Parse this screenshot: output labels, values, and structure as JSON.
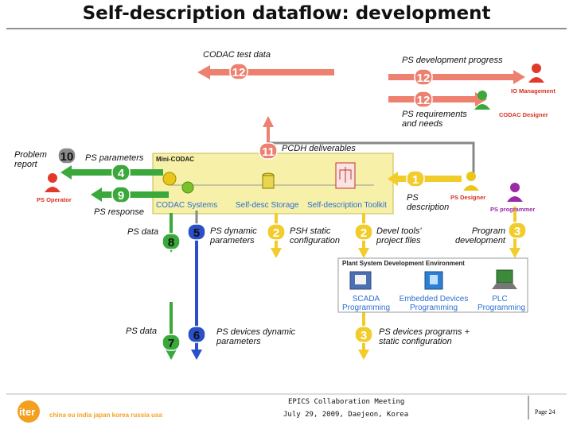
{
  "title": "Self-description dataflow: development",
  "labels": {
    "codac_test_data": "CODAC test data",
    "ps_dev_progress": "PS development progress",
    "ps_requirements": "PS requirements\nand needs",
    "pcdh_deliverables": "PCDH deliverables",
    "problem_report": "Problem\nreport",
    "ps_parameters": "PS parameters",
    "ps_response": "PS response",
    "ps_description": "PS\ndescription",
    "ps_data_1": "PS data",
    "ps_data_2": "PS data",
    "ps_dynamic_params": "PS dynamic\nparameters",
    "psh_static_config": "PSH static\nconfiguration",
    "devel_tools": "Devel tools'\nproject files",
    "program_development": "Program\ndevelopment",
    "ps_devices_dynamic": "PS devices dynamic\nparameters",
    "ps_devices_programs": "PS devices programs +\nstatic configuration"
  },
  "badges": {
    "b12a": "12",
    "b12b": "12",
    "b12c": "12",
    "b11": "11",
    "b10": "10",
    "b4": "4",
    "b9": "9",
    "b1": "1",
    "b8": "8",
    "b5": "5",
    "b2a": "2",
    "b2b": "2",
    "b3a": "3",
    "b3b": "3",
    "b7": "7",
    "b6": "6"
  },
  "actors": {
    "io_management": "IO Management",
    "codac_designer": "CODAC Designer",
    "ps_operator": "PS Operator",
    "ps_designer": "PS Designer",
    "ps_programmer": "PS programmer"
  },
  "mini_codac": {
    "title": "Mini-CODAC",
    "codac_systems": "CODAC Systems",
    "self_desc_storage": "Self-desc Storage",
    "self_desc_toolkit": "Self-description Toolkit"
  },
  "psde": {
    "title": "Plant System Development Environment",
    "scada": "SCADA\nProgramming",
    "embedded": "Embedded Devices\nProgramming",
    "plc": "PLC\nProgramming"
  },
  "footer": {
    "logo": "iter",
    "members": "china eu india japan korea russia usa",
    "event": "EPICS Collaboration Meeting",
    "date": "July 29, 2009, Daejeon, Korea",
    "page": "Page 24"
  },
  "colors": {
    "red": "#ee8070",
    "green": "#3aa83a",
    "blue": "#2a4fc8",
    "yellow": "#f2cc2a",
    "grey": "#8a8a8a",
    "mini_box": "#f6f0a8"
  }
}
